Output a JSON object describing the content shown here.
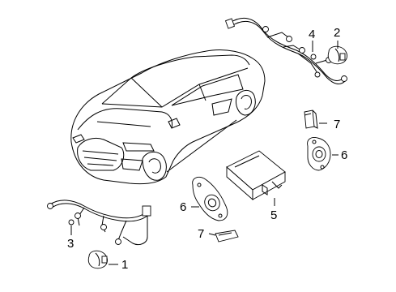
{
  "callouts": {
    "c1": "1",
    "c2": "2",
    "c3": "3",
    "c4": "4",
    "c5": "5",
    "c6a": "6",
    "c6b": "6",
    "c7a": "7",
    "c7b": "7"
  },
  "colors": {
    "line": "#000000",
    "background": "#ffffff"
  }
}
